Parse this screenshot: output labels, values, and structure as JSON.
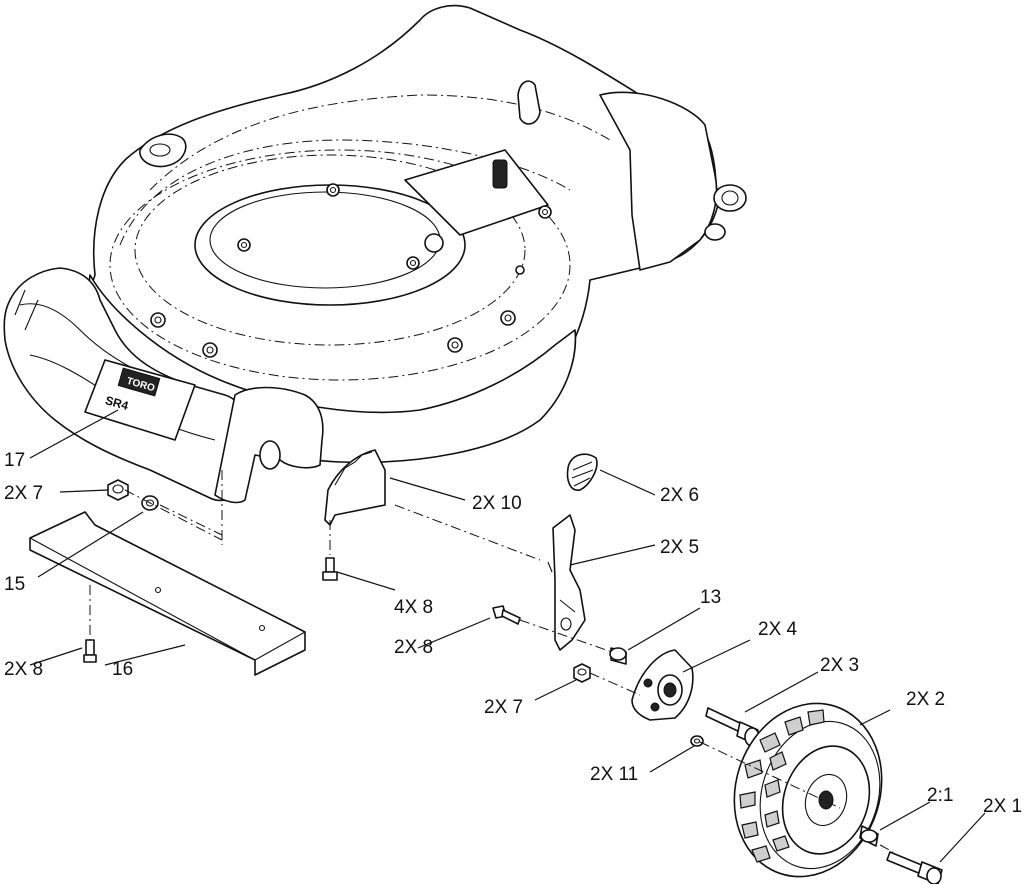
{
  "diagram": {
    "callouts": {
      "c17": "17",
      "c7a": "2X 7",
      "c15": "15",
      "c8a": "2X 8",
      "c16": "16",
      "c10": "2X 10",
      "c8x4": "4X 8",
      "c8b": "2X 8",
      "c6": "2X 6",
      "c5": "2X 5",
      "c13": "13",
      "c4": "2X 4",
      "c7b": "2X 7",
      "c3": "2X 3",
      "c2": "2X 2",
      "c11": "2X 11",
      "c21": "2:1",
      "c1": "2X 1"
    },
    "logo_text": "TORO",
    "deck_badge_text": "SR4"
  }
}
